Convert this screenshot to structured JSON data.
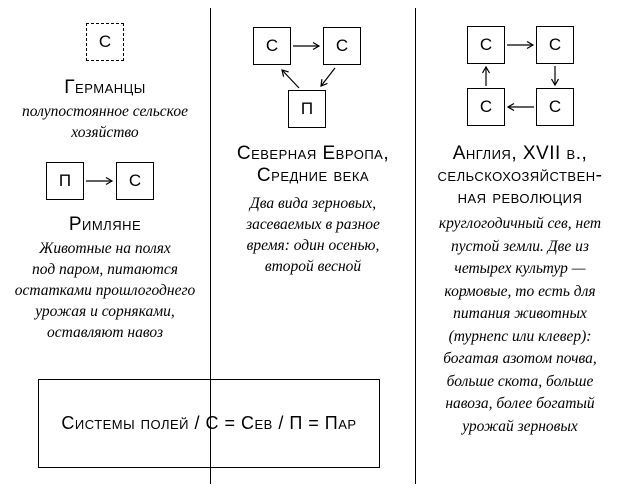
{
  "colors": {
    "ink": "#000000",
    "background": "#ffffff"
  },
  "legend": {
    "label": "Системы полей / С = Сев / П = Пар"
  },
  "germans": {
    "box": "С",
    "title": "Германцы",
    "caption": "полупостоянное сельское\nхозяйство"
  },
  "romans": {
    "box_fallow": "П",
    "box_sow": "С",
    "title": "Римляне",
    "caption": "Животные на полях\nпод паром, питаются\nостатками прошлогоднего\nурожая и сорняками,\nоставляют навоз"
  },
  "medieval": {
    "box_sow_1": "С",
    "box_sow_2": "С",
    "box_fallow": "П",
    "title": "Северная Европа,\nСредние века",
    "caption": "Два вида зерновых,\nзасеваемых в разное\nвремя: один осенью,\nвторой весной"
  },
  "england": {
    "box_tl": "С",
    "box_tr": "С",
    "box_bl": "С",
    "box_br": "С",
    "title": "Англия, XVII в.,\nсельскохозяйствен-\nная революция",
    "caption": "круглогодичный сев, нет\nпустой земли. Две из\nчетырех культур —\nкормовые, то есть для\nпитания животных\n(турнепс или клевер):\nбогатая азотом почва,\nбольше скота, больше\nнавоза, более богатый\nурожай зерновых"
  }
}
